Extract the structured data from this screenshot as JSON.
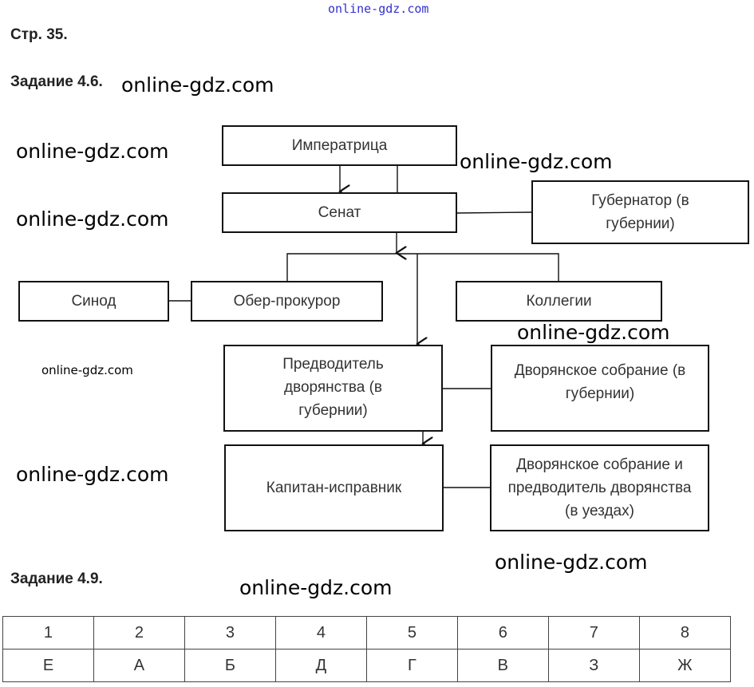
{
  "header": {
    "page": "Стр. 35.",
    "task1": "Задание 4.6.",
    "task2": "Задание 4.9."
  },
  "diagram": {
    "empress": "Императрица",
    "senate": "Сенат",
    "governor": "Губернатор (в губернии)",
    "synod": "Синод",
    "ober": "Обер-прокурор",
    "collegia": "Коллегии",
    "marshal": "Предводитель дворянства (в губернии)",
    "assembly_gub": "Дворянское собрание (в губернии)",
    "captain": "Капитан-исправник",
    "assembly_uezd": "Дворянское собрание и предводитель дворянства (в уездах)"
  },
  "table": {
    "numbers": [
      "1",
      "2",
      "3",
      "4",
      "5",
      "6",
      "7",
      "8"
    ],
    "letters": [
      "Е",
      "А",
      "Б",
      "Д",
      "Г",
      "В",
      "З",
      "Ж"
    ]
  },
  "watermark": "online-gdz.com"
}
